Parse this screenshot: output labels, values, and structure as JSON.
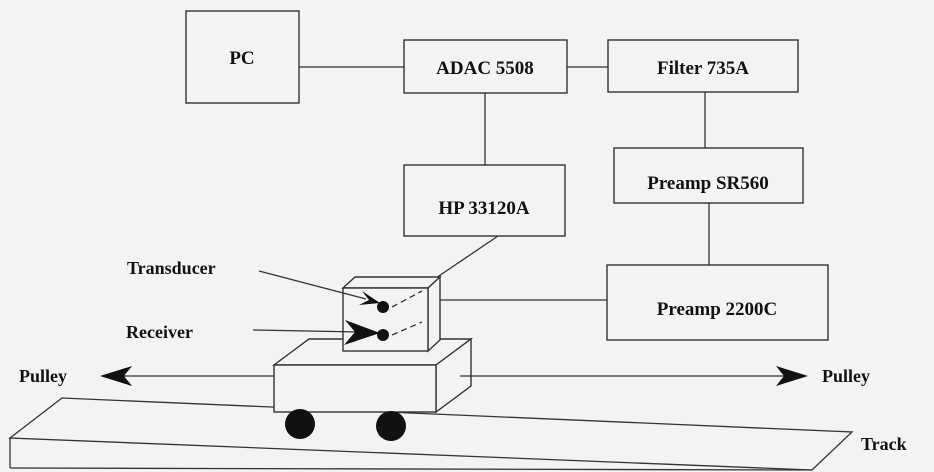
{
  "boxes": {
    "pc": "PC",
    "adac": "ADAC 5508",
    "filter": "Filter 735A",
    "hp": "HP 33120A",
    "preamp_sr560": "Preamp SR560",
    "preamp_2200c": "Preamp 2200C"
  },
  "labels": {
    "transducer": "Transducer",
    "receiver": "Receiver",
    "pulley_left": "Pulley",
    "pulley_right": "Pulley",
    "track": "Track"
  },
  "colors": {
    "line": "#333333",
    "background": "#f3f3f3",
    "fill_dark": "#111111"
  }
}
